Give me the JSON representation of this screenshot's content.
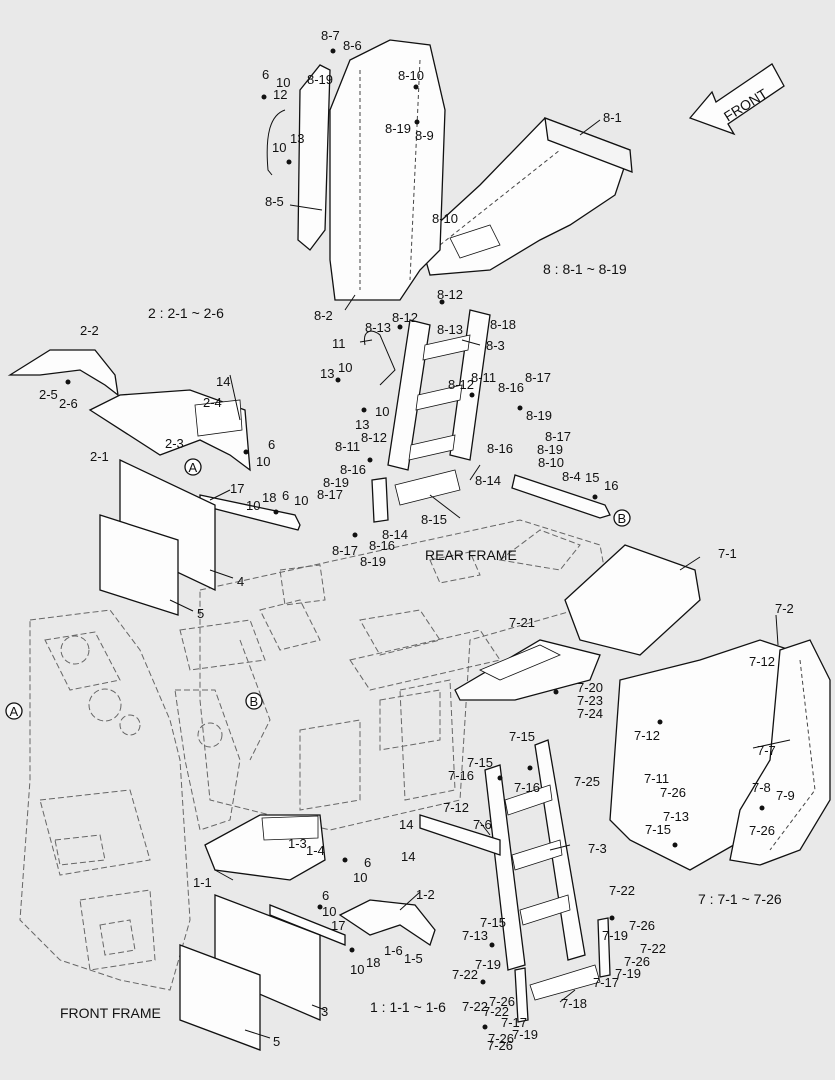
{
  "arrow": {
    "label": "FRONT"
  },
  "frames": {
    "rear": "REAR FRAME",
    "front": "FRONT FRAME"
  },
  "groups": [
    {
      "id": "g8",
      "text": "8 : 8-1 ~ 8-19"
    },
    {
      "id": "g2",
      "text": "2 : 2-1 ~ 2-6"
    },
    {
      "id": "g7",
      "text": "7 : 7-1 ~ 7-26"
    },
    {
      "id": "g1",
      "text": "1 : 1-1 ~ 1-6"
    }
  ],
  "callouts": [
    "A",
    "B"
  ],
  "labels": [
    "8-7",
    "8-6",
    "6",
    "10",
    "8-19",
    "12",
    "8-10",
    "8-19",
    "8-9",
    "8-1",
    "13",
    "10",
    "8-5",
    "8-10",
    "8-12",
    "8-2",
    "8-13",
    "8-12",
    "8-18",
    "8-13",
    "8-3",
    "11",
    "10",
    "13",
    "8-11",
    "8-16",
    "8-17",
    "8-12",
    "10",
    "13",
    "8-19",
    "8-12",
    "8-17",
    "8-11",
    "8-16",
    "8-19",
    "8-10",
    "8-16",
    "8-4",
    "15",
    "8-19",
    "16",
    "8-17",
    "8-14",
    "8-15",
    "8-14",
    "8-17",
    "8-16",
    "8-19",
    "2-2",
    "2-5",
    "2-6",
    "14",
    "2-4",
    "2-3",
    "2-1",
    "6",
    "10",
    "17",
    "6",
    "10",
    "18",
    "10",
    "4",
    "5",
    "7-1",
    "7-2",
    "7-21",
    "7-12",
    "7-20",
    "7-23",
    "7-24",
    "7-12",
    "7-7",
    "7-15",
    "7-16",
    "7-15",
    "7-16",
    "7-25",
    "7-11",
    "7-26",
    "7-8",
    "7-9",
    "7-12",
    "7-6",
    "7-13",
    "7-15",
    "7-26",
    "14",
    "14",
    "7-3",
    "1-3",
    "1-4",
    "6",
    "1-1",
    "10",
    "6",
    "10",
    "7-22",
    "1-2",
    "7-26",
    "7-15",
    "7-19",
    "7-13",
    "7-22",
    "17",
    "1-6",
    "1-5",
    "7-26",
    "10",
    "18",
    "7-19",
    "7-22",
    "7-19",
    "7-17",
    "7-22",
    "7-26",
    "3",
    "7-18",
    "7-22",
    "7-17",
    "7-26",
    "7-19",
    "5",
    "7-26"
  ]
}
